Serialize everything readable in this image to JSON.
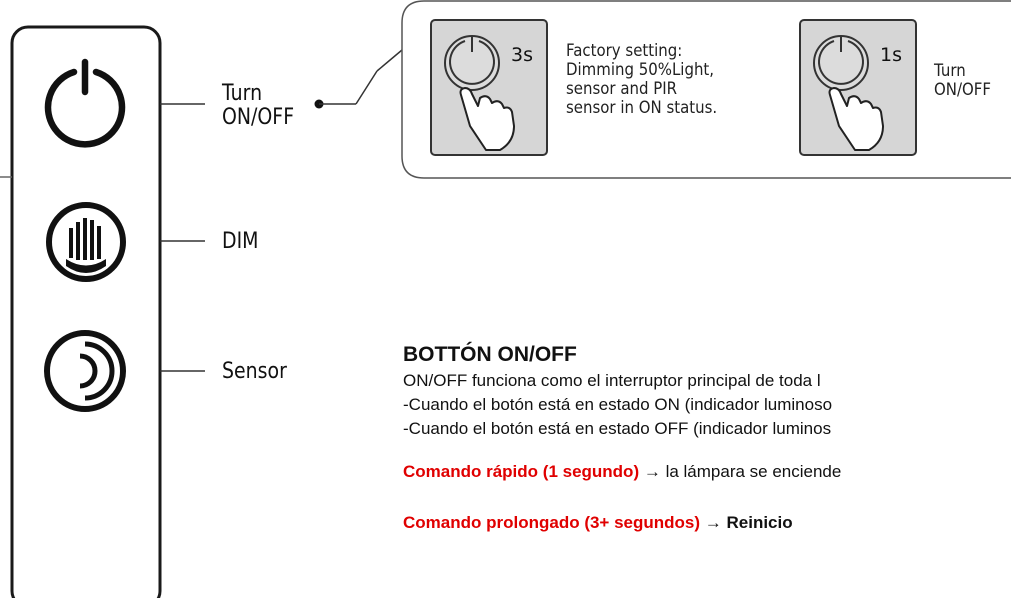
{
  "labels": {
    "turn_on_off": "Turn\nON/OFF",
    "dim": "DIM",
    "sensor": "Sensor"
  },
  "callout": {
    "reset": {
      "duration": "3s",
      "text": "Factory setting:\nDimming 50%Light,\nsensor and PIR\nsensor in ON status."
    },
    "toggle": {
      "duration": "1s",
      "text": "Turn\nON/OFF"
    }
  },
  "section": {
    "title": "BOTTÓN ON/OFF",
    "lines": [
      "ON/OFF funciona como el interruptor principal de toda l",
      "-Cuando el botón está en estado ON (indicador luminoso",
      "-Cuando el botón está en estado OFF (indicador luminos"
    ],
    "quick_label": "Comando rápido (1 segundo)",
    "quick_arrow": "→",
    "quick_text": " la lámpara se enciende",
    "long_label": "Comando prolongado (3+ segundos)",
    "long_arrow": "→",
    "long_text": " Reinicio"
  },
  "icons": [
    "power-icon",
    "dim-icon",
    "sensor-icon",
    "hand-press-icon"
  ],
  "colors": {
    "accent_red": "#e00000",
    "button_gray": "#d6d6d6",
    "outline": "#222222"
  }
}
